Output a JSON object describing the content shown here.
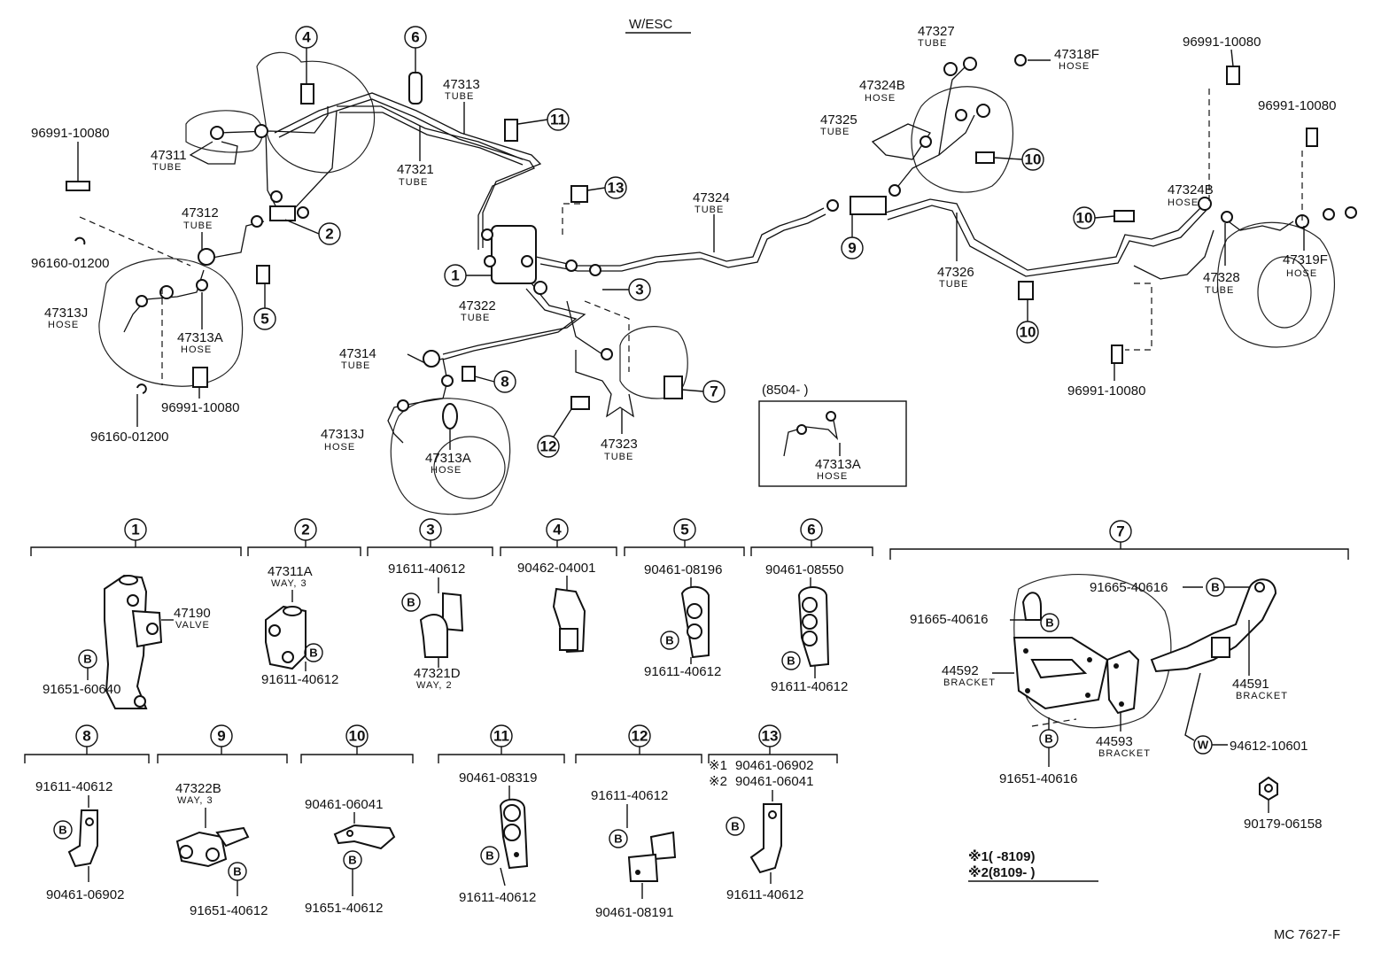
{
  "header_label": "W/ESC",
  "figure_code": "MC 7627-F",
  "inset_label": "(8504-          )",
  "footnotes": {
    "note1": "※1(        -8109)",
    "note2": "※2(8109-          )"
  },
  "subs": {
    "tube": "TUBE",
    "hose": "HOSE",
    "valve": "VALVE",
    "bracket": "BRACKET",
    "way3": "WAY, 3",
    "way2": "WAY, 2"
  },
  "circled": [
    "1",
    "2",
    "3",
    "4",
    "5",
    "6",
    "7",
    "8",
    "9",
    "10",
    "11",
    "12",
    "13"
  ],
  "badge_b": "B",
  "badge_w": "W",
  "parts": {
    "p47327": "47327",
    "p47318F": "47318F",
    "p47324B": "47324B",
    "p47325": "47325",
    "p96991_10080": "96991-10080",
    "p47324": "47324",
    "p47326": "47326",
    "p47328": "47328",
    "p47319F": "47319F",
    "p47313": "47313",
    "p47321": "47321",
    "p47311": "47311",
    "p47312": "47312",
    "p96160_01200": "96160-01200",
    "p47313J": "47313J",
    "p47313A": "47313A",
    "p47314": "47314",
    "p47322": "47322",
    "p47323": "47323",
    "p47190": "47190",
    "p91651_60640": "91651-60640",
    "p47311A": "47311A",
    "p91611_40612": "91611-40612",
    "p47321D": "47321D",
    "p90462_04001": "90462-04001",
    "p90461_08196": "90461-08196",
    "p90461_08550": "90461-08550",
    "p91665_40616": "91665-40616",
    "p44592": "44592",
    "p44591": "44591",
    "p44593": "44593",
    "p94612_10601": "94612-10601",
    "p91651_40616": "91651-40616",
    "p90179_06158": "90179-06158",
    "p90461_06902": "90461-06902",
    "p47322B": "47322B",
    "p91651_40612": "91651-40612",
    "p90461_06041": "90461-06041",
    "p90461_08319": "90461-08319",
    "p90461_08191": "90461-08191",
    "mark1": "※1",
    "mark2": "※2"
  }
}
